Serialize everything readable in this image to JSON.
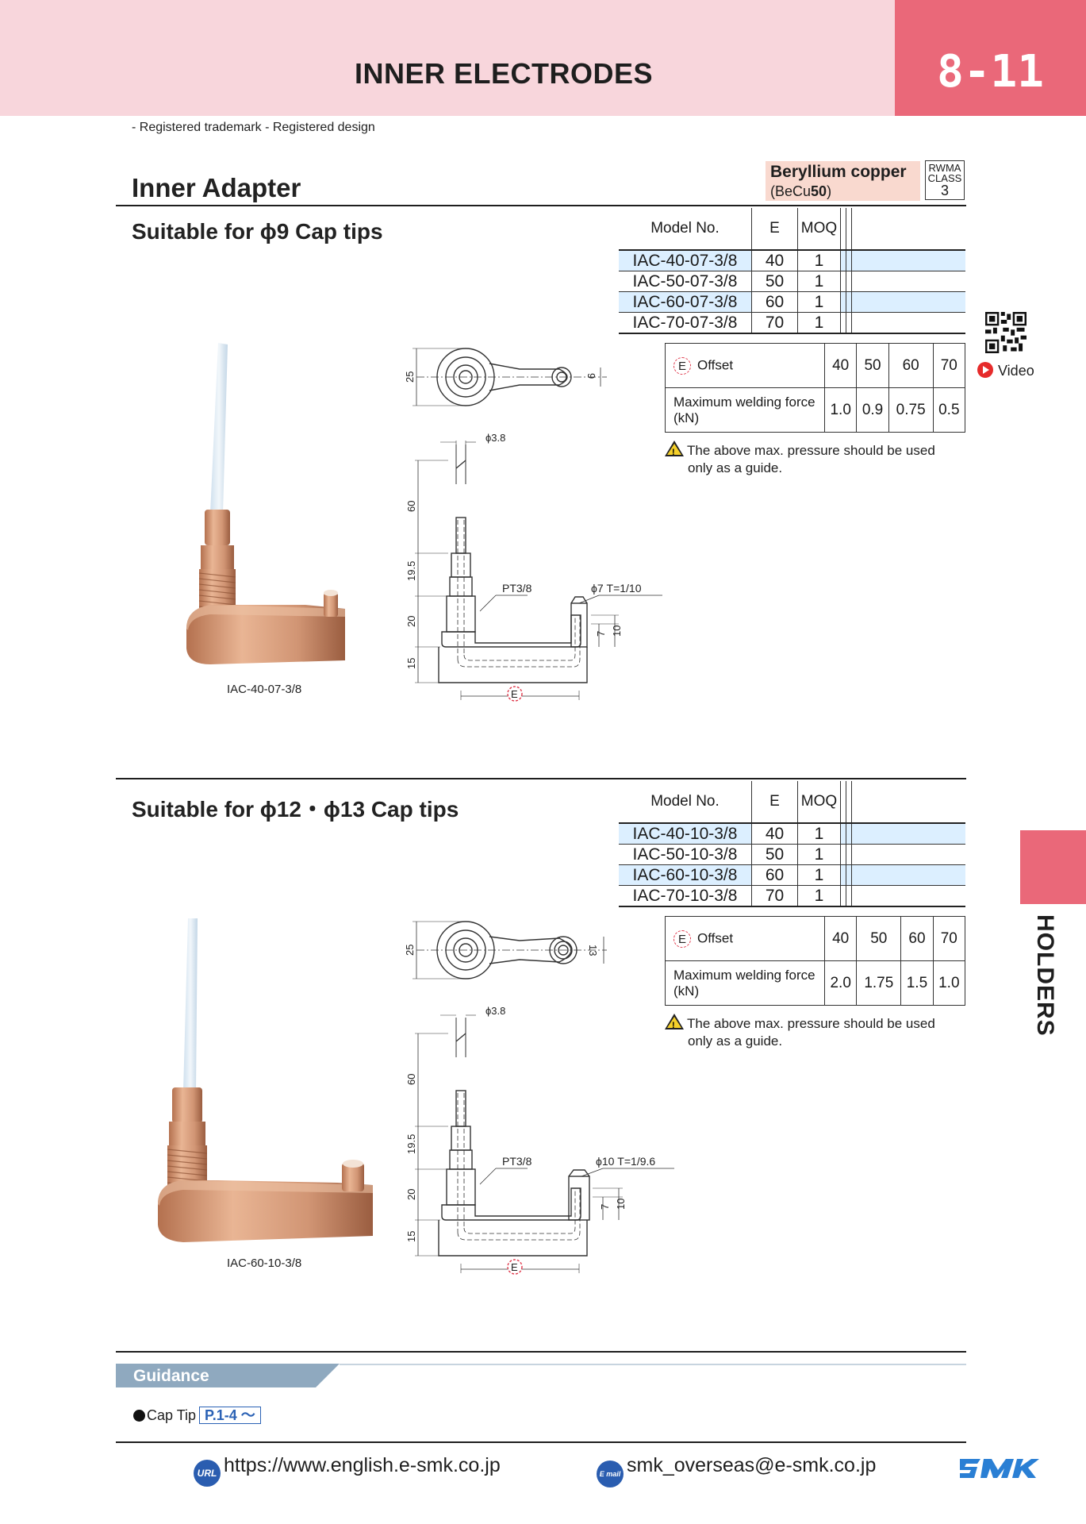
{
  "header": {
    "title": "INNER ELECTRODES",
    "page_number": "8-11"
  },
  "trademark_note": "- Registered trademark  - Registered design",
  "section": {
    "title": "Inner Adapter",
    "material": {
      "name": "Beryllium copper",
      "code_prefix": "(BeCu",
      "code_bold": "50",
      "code_suffix": ")"
    },
    "rwma": {
      "line1": "RWMA",
      "line2": "CLASS",
      "class": "3"
    }
  },
  "products": [
    {
      "subtitle": "Suitable for ϕ9 Cap tips",
      "table_headers": {
        "model": "Model No.",
        "e": "E",
        "moq": "MOQ"
      },
      "rows": [
        {
          "model": "IAC-40-07-3/8",
          "e": "40",
          "moq": "1"
        },
        {
          "model": "IAC-50-07-3/8",
          "e": "50",
          "moq": "1"
        },
        {
          "model": "IAC-60-07-3/8",
          "e": "60",
          "moq": "1"
        },
        {
          "model": "IAC-70-07-3/8",
          "e": "70",
          "moq": "1"
        }
      ],
      "offset": {
        "e_symbol": "E",
        "label": "Offset",
        "values": [
          "40",
          "50",
          "60",
          "70"
        ]
      },
      "force": {
        "label1": "Maximum welding force",
        "label2": "(kN)",
        "values": [
          "1.0",
          "0.9",
          "0.75",
          "0.5"
        ]
      },
      "note1": "The above max. pressure should be used",
      "note2": "only as a guide.",
      "photo_caption": "IAC-40-07-3/8",
      "drawing": {
        "d25": "25",
        "d_small": "9",
        "phi": "ϕ3.8",
        "d60": "60",
        "d195": "19.5",
        "d20": "20",
        "d15": "15",
        "thread": "PT3/8",
        "tip": "ϕ7 T=1/10",
        "d7": "7",
        "d10": "10",
        "e_mark": "E"
      }
    },
    {
      "subtitle": "Suitable for ϕ12・ϕ13 Cap tips",
      "table_headers": {
        "model": "Model No.",
        "e": "E",
        "moq": "MOQ"
      },
      "rows": [
        {
          "model": "IAC-40-10-3/8",
          "e": "40",
          "moq": "1"
        },
        {
          "model": "IAC-50-10-3/8",
          "e": "50",
          "moq": "1"
        },
        {
          "model": "IAC-60-10-3/8",
          "e": "60",
          "moq": "1"
        },
        {
          "model": "IAC-70-10-3/8",
          "e": "70",
          "moq": "1"
        }
      ],
      "offset": {
        "e_symbol": "E",
        "label": "Offset",
        "values": [
          "40",
          "50",
          "60",
          "70"
        ]
      },
      "force": {
        "label1": "Maximum welding force",
        "label2": "(kN)",
        "values": [
          "2.0",
          "1.75",
          "1.5",
          "1.0"
        ]
      },
      "note1": "The above max. pressure should be used",
      "note2": "only as a guide.",
      "photo_caption": "IAC-60-10-3/8",
      "drawing": {
        "d25": "25",
        "d_small": "13",
        "phi": "ϕ3.8",
        "d60": "60",
        "d195": "19.5",
        "d20": "20",
        "d15": "15",
        "thread": "PT3/8",
        "tip": "ϕ10 T=1/9.6",
        "d7": "7",
        "d10": "10",
        "e_mark": "E"
      }
    }
  ],
  "video_label": "Video",
  "side_tab": "HOLDERS",
  "guidance": {
    "title": "Guidance",
    "item": "Cap Tip",
    "ref": "P.1-4 ～"
  },
  "footer": {
    "url_icon": "URL",
    "url": "https://www.english.e-smk.co.jp",
    "mail_icon": "E mail",
    "email": "smk_overseas@e-smk.co.jp",
    "logo": "SMK"
  },
  "colors": {
    "header_band": "#f8d6dc",
    "accent": "#ea6879",
    "table_row": "#dcefff",
    "material_box": "#f9d9cf",
    "guidance_band": "#8fa9bf",
    "link_blue": "#2b62b5",
    "copper": "#cf9572"
  }
}
